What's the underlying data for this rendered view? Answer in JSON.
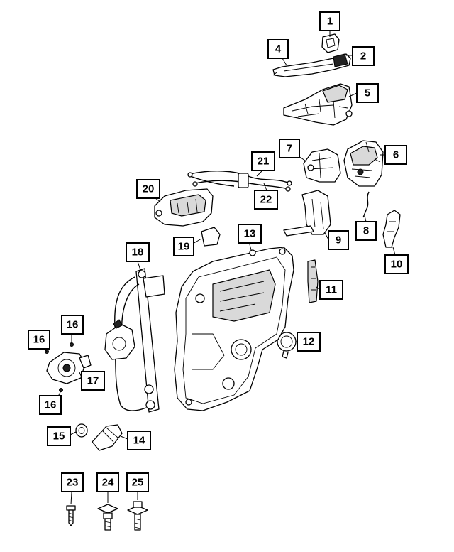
{
  "callouts": [
    {
      "id": "c1",
      "label": "1"
    },
    {
      "id": "c2",
      "label": "2"
    },
    {
      "id": "c4",
      "label": "4"
    },
    {
      "id": "c5",
      "label": "5"
    },
    {
      "id": "c6",
      "label": "6"
    },
    {
      "id": "c7",
      "label": "7"
    },
    {
      "id": "c8",
      "label": "8"
    },
    {
      "id": "c9",
      "label": "9"
    },
    {
      "id": "c10",
      "label": "10"
    },
    {
      "id": "c11",
      "label": "11"
    },
    {
      "id": "c12",
      "label": "12"
    },
    {
      "id": "c13",
      "label": "13"
    },
    {
      "id": "c14",
      "label": "14"
    },
    {
      "id": "c15",
      "label": "15"
    },
    {
      "id": "c16a",
      "label": "16"
    },
    {
      "id": "c16b",
      "label": "16"
    },
    {
      "id": "c16c",
      "label": "16"
    },
    {
      "id": "c17",
      "label": "17"
    },
    {
      "id": "c18",
      "label": "18"
    },
    {
      "id": "c19",
      "label": "19"
    },
    {
      "id": "c20",
      "label": "20"
    },
    {
      "id": "c21",
      "label": "21"
    },
    {
      "id": "c22",
      "label": "22"
    },
    {
      "id": "c23",
      "label": "23"
    },
    {
      "id": "c24",
      "label": "24"
    },
    {
      "id": "c25",
      "label": "25"
    }
  ]
}
